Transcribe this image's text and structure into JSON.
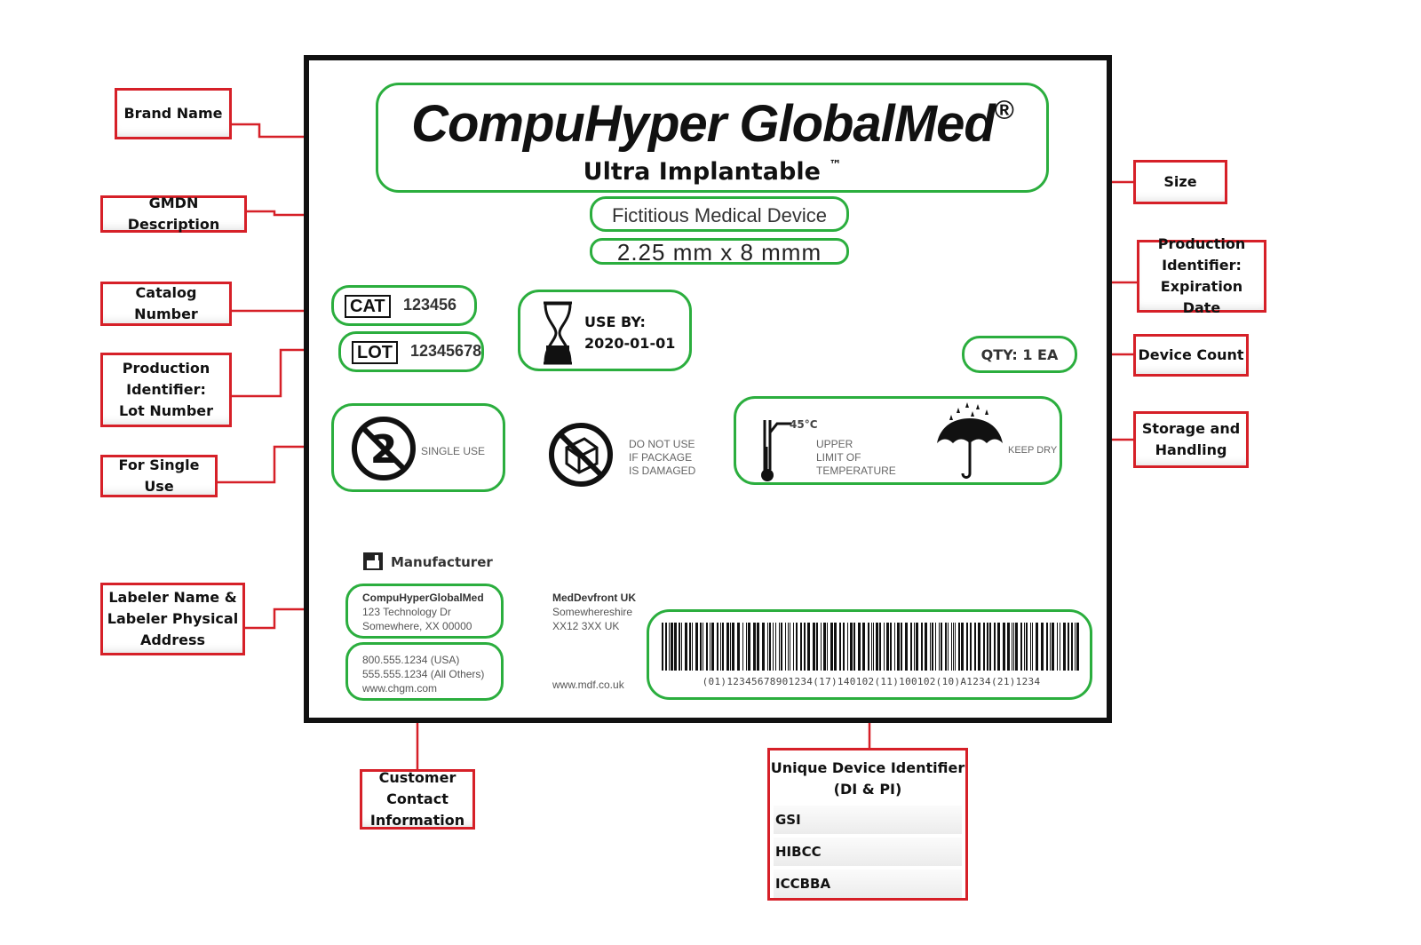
{
  "label": {
    "brand_name": "CompuHyper GlobalMed",
    "brand_mark": "®",
    "product_name": "Ultra Implantable",
    "product_mark": "™",
    "gmdn_description": "Fictitious Medical Device",
    "size": "2.25 mm x 8 mmm",
    "catalog_tag": "CAT",
    "catalog_number": "123456",
    "lot_tag": "LOT",
    "lot_number": "12345678",
    "use_by_label": "USE BY:",
    "use_by_date": "2020-01-01",
    "quantity": "QTY: 1 EA",
    "single_use_text": "SINGLE USE",
    "damaged_text": [
      "DO NOT USE",
      "IF PACKAGE",
      "IS DAMAGED"
    ],
    "temperature_value": "45°C",
    "temperature_text": [
      "UPPER",
      "LIMIT OF",
      "TEMPERATURE"
    ],
    "keep_dry_text": "KEEP DRY",
    "manufacturer_label": "Manufacturer",
    "labeler": {
      "name": "CompuHyperGlobalMed",
      "street": "123 Technology Dr",
      "city": "Somewhere, XX 00000"
    },
    "contact": {
      "phone_usa": "800.555.1234 (USA)",
      "phone_other": "555.555.1234 (All Others)",
      "website": "www.chgm.com"
    },
    "eu_rep": {
      "name": "MedDevfront UK",
      "region": "Somewhereshire",
      "postcode": "XX12 3XX UK",
      "website": "www.mdf.co.uk"
    },
    "barcode_text": "(01)12345678901234(17)140102(11)100102(10)A1234(21)1234"
  },
  "callouts": {
    "brand_name": "Brand Name",
    "gmdn_description": "GMDN Description",
    "catalog_number": "Catalog Number",
    "lot_number": "Production\nIdentifier:\nLot Number",
    "single_use": "For Single Use",
    "labeler_address": "Labeler Name &\nLabeler Physical\nAddress",
    "customer_contact": "Customer\nContact\nInformation",
    "size": "Size",
    "expiration_date": "Production\nIdentifier:\nExpiration Date",
    "device_count": "Device Count",
    "storage_handling": "Storage and\nHandling",
    "udi": {
      "title": "Unique Device Identifier\n(DI & PI)",
      "agencies": [
        "GSI",
        "HIBCC",
        "ICCBBA"
      ]
    }
  },
  "colors": {
    "callout_red": "#d62028",
    "label_green": "#2bae3e",
    "frame_black": "#111111"
  }
}
